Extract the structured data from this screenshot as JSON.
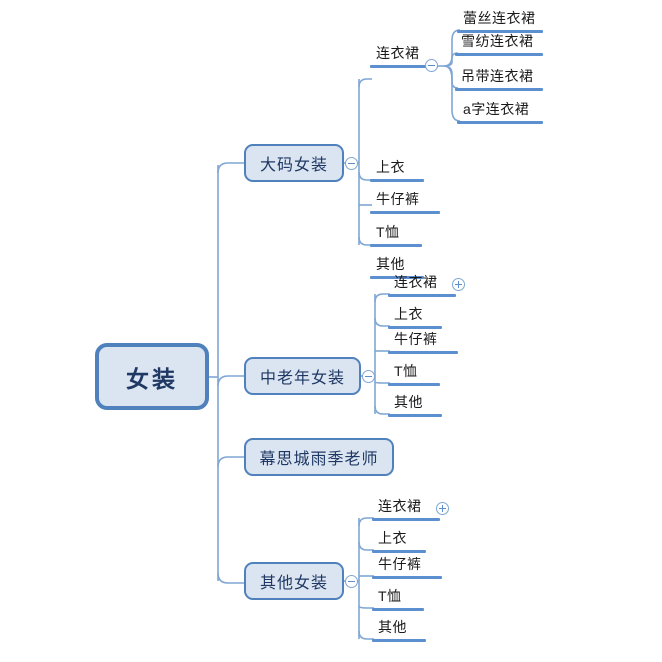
{
  "diagram": {
    "type": "mindmap",
    "title": "女装",
    "background_color": "#ffffff",
    "accent_color": "#4f81bd",
    "node_fill_color": "#dbe5f1",
    "bar_color": "#5b8fd0",
    "text_color": "#1f3864"
  },
  "root": {
    "label": "女装"
  },
  "branches": [
    {
      "label": "大码女装",
      "toggle": "collapse-icon",
      "children": [
        {
          "label": "连衣裙",
          "toggle": "collapse-icon",
          "children": [
            {
              "label": "蕾丝连衣裙"
            },
            {
              "label": "雪纺连衣裙"
            },
            {
              "label": "吊带连衣裙"
            },
            {
              "label": "a字连衣裙"
            }
          ]
        },
        {
          "label": "上衣"
        },
        {
          "label": "牛仔裤"
        },
        {
          "label": "T恤"
        },
        {
          "label": "其他"
        }
      ]
    },
    {
      "label": "中老年女装",
      "toggle": "collapse-icon",
      "children": [
        {
          "label": "连衣裙",
          "toggle": "expand-icon"
        },
        {
          "label": "上衣"
        },
        {
          "label": "牛仔裤"
        },
        {
          "label": "T恤"
        },
        {
          "label": "其他"
        }
      ]
    },
    {
      "label": "幕思城雨季老师",
      "children": []
    },
    {
      "label": "其他女装",
      "toggle": "collapse-icon",
      "children": [
        {
          "label": "连衣裙",
          "toggle": "expand-icon"
        },
        {
          "label": "上衣"
        },
        {
          "label": "牛仔裤"
        },
        {
          "label": "T恤"
        },
        {
          "label": "其他"
        }
      ]
    }
  ]
}
